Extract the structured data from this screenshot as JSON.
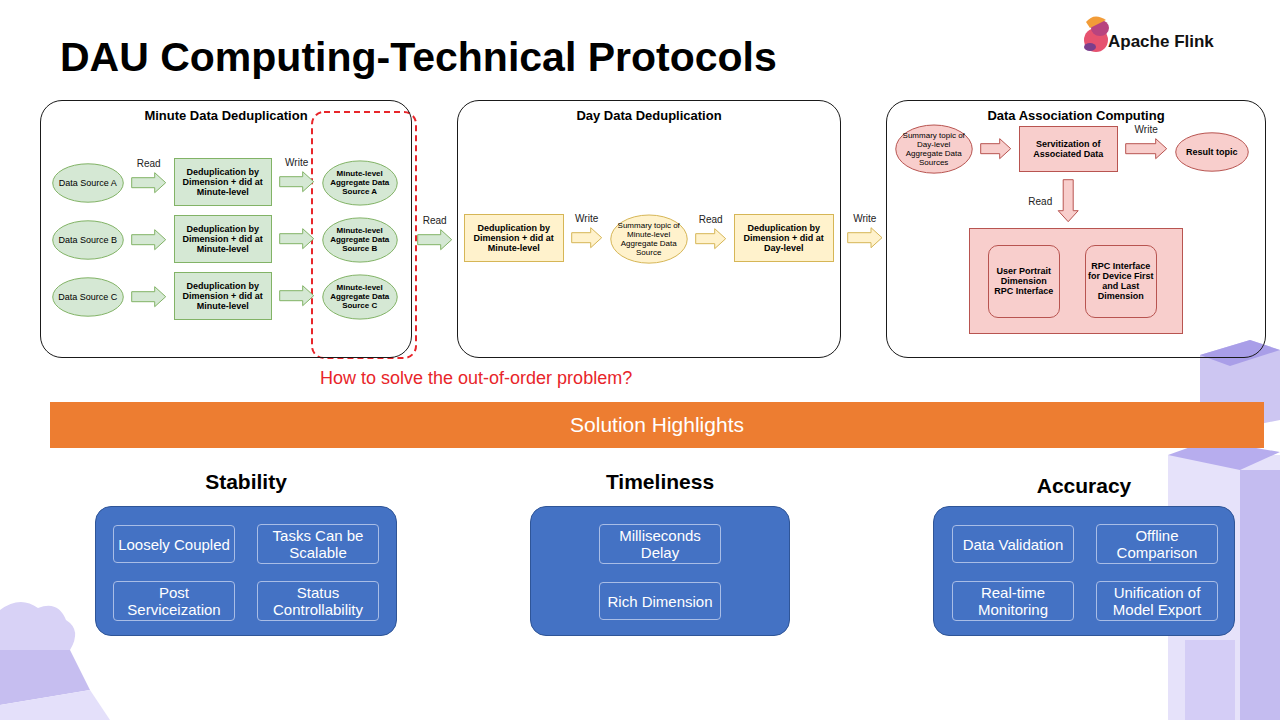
{
  "diagram": {
    "title": "DAU Computing-Technical Protocols",
    "nodes": [
      {
        "text": [
          "Minute Data Deduplication"
        ]
      },
      {
        "text": [
          "Data Source A"
        ],
        "in": 0
      },
      {
        "text": [
          "Deduplication by Dimension + did at Minute-level"
        ],
        "in": 0
      },
      {
        "text": [
          "Minute-level Aggregate Data Source A"
        ],
        "in": 0
      },
      {
        "text": [
          "Data Source B"
        ],
        "in": 0
      },
      {
        "text": [
          "Deduplication by Dimension + did at Minute-level"
        ],
        "in": 0
      },
      {
        "text": [
          "Minute-level Aggregate Data Source B"
        ],
        "in": 0
      },
      {
        "text": [
          "Data Source C"
        ],
        "in": 0
      },
      {
        "text": [
          "Deduplication by Dimension + did at Minute-level"
        ],
        "in": 0
      },
      {
        "text": [
          "Minute-level Aggregate Data Source C"
        ],
        "in": 0
      },
      {
        "text": [
          "Day Data Deduplication"
        ]
      },
      {
        "text": [
          "Deduplication by Dimension + did at Minute-level"
        ],
        "in": 10
      },
      {
        "text": [
          "Summary topic of Minute-level Aggregate Data Source"
        ],
        "in": 10
      },
      {
        "text": [
          "Deduplication by Dimension + did at Day-level"
        ],
        "in": 10
      },
      {
        "text": [
          "Data Association Computing"
        ]
      },
      {
        "text": [
          "Summary topic of Day-level Aggregate Data Sources"
        ],
        "in": 14
      },
      {
        "text": [
          "Servitization of Associated Data"
        ],
        "in": 14
      },
      {
        "text": [
          "Result topic"
        ],
        "in": 14
      },
      {
        "text": [],
        "in": 14
      },
      {
        "text": [
          "User Portrait Dimension RPC Interface"
        ],
        "in": 18
      },
      {
        "text": [
          "RPC Interface for Device First and Last Dimension"
        ],
        "in": 18
      },
      {
        "text": [
          "Solution Highlights"
        ]
      },
      {
        "text": [
          "Stability"
        ]
      },
      {
        "text": [
          "Loosely Coupled"
        ],
        "in": 22
      },
      {
        "text": [
          "Tasks Can be Scalable"
        ],
        "in": 22
      },
      {
        "text": [
          "Post Serviceization"
        ],
        "in": 22
      },
      {
        "text": [
          "Status Controllability"
        ],
        "in": 22
      },
      {
        "text": [
          "Timeliness"
        ]
      },
      {
        "text": [
          "Milliseconds Delay"
        ],
        "in": 27
      },
      {
        "text": [
          "Rich Dimension"
        ],
        "in": 27
      },
      {
        "text": [
          "Accuracy"
        ]
      },
      {
        "text": [
          "Data Validation"
        ],
        "in": 30
      },
      {
        "text": [
          "Offline Comparison"
        ],
        "in": 30
      },
      {
        "text": [
          "Real-time Monitoring"
        ],
        "in": 30
      },
      {
        "text": [
          "Unification of Model Export"
        ],
        "in": 30
      }
    ],
    "edges": [
      {
        "from": 1,
        "to": 2,
        "arrow": "to",
        "label": "Read"
      },
      {
        "from": 2,
        "to": 3,
        "arrow": "to",
        "label": "Write"
      },
      {
        "from": 4,
        "to": 5,
        "arrow": "to"
      },
      {
        "from": 5,
        "to": 6,
        "arrow": "to"
      },
      {
        "from": 7,
        "to": 8,
        "arrow": "to"
      },
      {
        "from": 8,
        "to": 9,
        "arrow": "to"
      },
      {
        "from": 6,
        "to": 11,
        "arrow": "to",
        "label": "Read"
      },
      {
        "from": 11,
        "to": 12,
        "arrow": "to",
        "label": "Write"
      },
      {
        "from": 12,
        "to": 13,
        "arrow": "to",
        "label": "Read"
      },
      {
        "from": 13,
        "to": 14,
        "arrow": "to",
        "label": "Write"
      },
      {
        "from": 15,
        "to": 16,
        "arrow": "to"
      },
      {
        "from": 16,
        "to": 17,
        "arrow": "to",
        "label": "Write"
      },
      {
        "from": 16,
        "to": 18,
        "arrow": "to",
        "label": "Read"
      }
    ],
    "labels": [
      "Apache Flink",
      "How to solve the out-of-order problem?"
    ]
  }
}
